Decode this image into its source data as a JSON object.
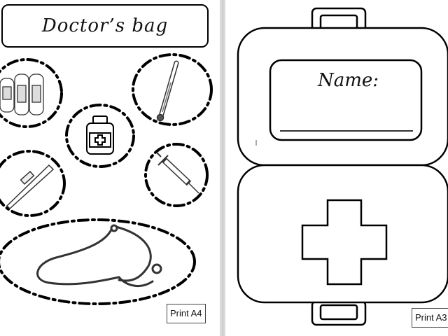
{
  "left_sheet": {
    "title": "Doctor’s bag",
    "print_label": "Print A4",
    "items": [
      {
        "name": "bandages",
        "icon": "bandage-icon"
      },
      {
        "name": "thermometer",
        "icon": "thermometer-icon"
      },
      {
        "name": "medicine-bottle",
        "icon": "medicine-bottle-icon"
      },
      {
        "name": "digital-thermometer",
        "icon": "digital-thermometer-icon"
      },
      {
        "name": "syringe",
        "icon": "syringe-icon"
      },
      {
        "name": "stethoscope",
        "icon": "stethoscope-icon"
      }
    ]
  },
  "right_sheet": {
    "name_label": "Name:",
    "print_label": "Print A3",
    "icon": "doctor-bag-icon",
    "cross_icon": "medical-cross-icon"
  }
}
